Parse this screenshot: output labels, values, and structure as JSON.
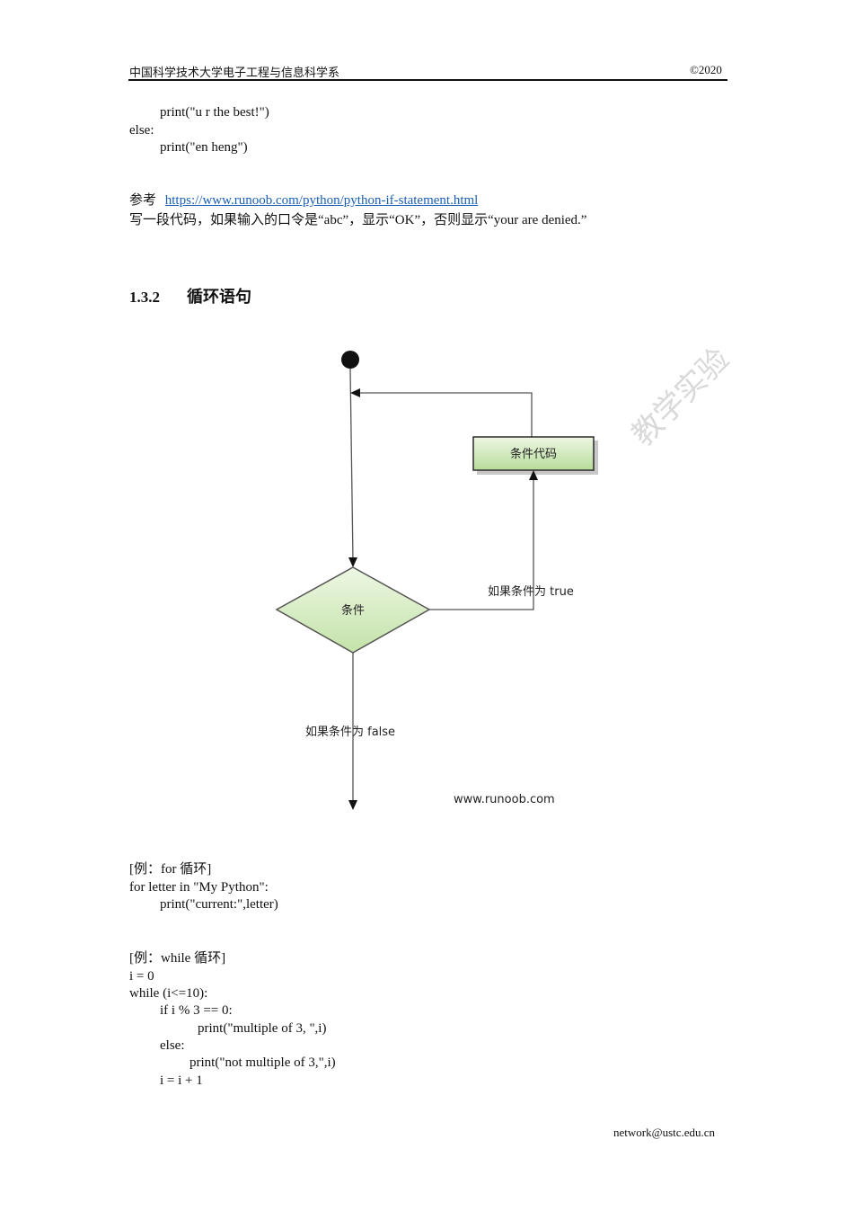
{
  "header": {
    "left": "中国科学技术大学电子工程与信息科学系",
    "right": "©2020"
  },
  "code_top": [
    "print(\"u r the best!\")",
    "else:",
    "print(\"en heng\")"
  ],
  "reference": {
    "prefix": "参考",
    "url": "https://www.runoob.com/python/python-if-statement.html",
    "exercise": "写一段代码，如果输入的口令是“abc”，显示“OK”，否则显示“your are denied.”"
  },
  "section": {
    "number": "1.3.2",
    "title": "循环语句"
  },
  "flowchart": {
    "process_label": "条件代码",
    "decision_label": "条件",
    "true_label": "如果条件为 true",
    "false_label": "如果条件为 false",
    "credit": "www.runoob.com",
    "colors": {
      "box_fill_top": "#e6f3d8",
      "box_fill_bottom": "#b9dd9d",
      "box_stroke": "#2f2f2f",
      "line": "#555555"
    }
  },
  "watermark": "教学实验",
  "example_for": {
    "title": "[例：for 循环]",
    "lines": [
      "for letter in \"My Python\":",
      "print(\"current:\",letter)"
    ]
  },
  "example_while": {
    "title": "[例：while 循环]",
    "lines": [
      "i = 0",
      "while (i<=10):",
      "if i % 3 == 0:",
      "print(\"multiple of 3, \",i)",
      "else:",
      "print(\"not multiple of 3,\",i)",
      "i = i + 1"
    ]
  },
  "footer": {
    "email": "network@ustc.edu.cn"
  }
}
